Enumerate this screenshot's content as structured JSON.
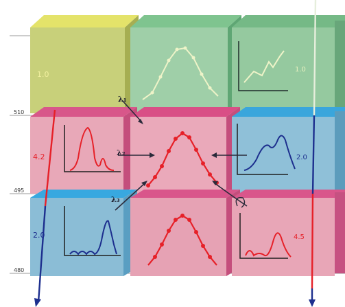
{
  "colors": {
    "yellow": "#c6cf74",
    "yellow_top": "#e2e25a",
    "green": "#8ec79c",
    "green_top": "#6fbc8a",
    "pink": "#e7a3b4",
    "pink_top": "#d9568b",
    "blue": "#8fc0d8",
    "blue_top": "#3aa6dc",
    "red_curve": "#e62028",
    "blue_curve": "#1d2f8e",
    "pale_curve": "#eef3c8"
  },
  "axis_labels": {
    "top": "510",
    "middle": "495",
    "bottom": "480"
  },
  "cube_values": {
    "top_left": "1.0",
    "top_right": "1.0",
    "mid_left": "4.2",
    "mid_right": "2.0",
    "bot_left": "2.0",
    "bot_right": "4.5"
  },
  "lambda_labels": {
    "top": "λ₁",
    "left": "λ₂",
    "bottom": "λ₃"
  },
  "icon_names": [
    "yellow-cube-icon",
    "green-cube-icon",
    "pink-cube-icon",
    "blue-cube-icon",
    "spectrum-plot-icon"
  ]
}
